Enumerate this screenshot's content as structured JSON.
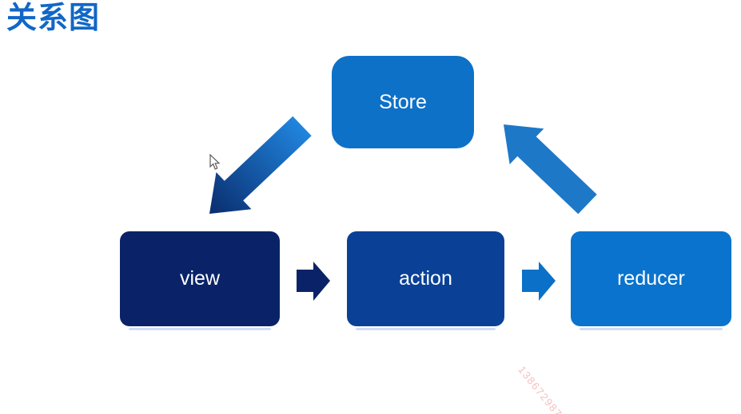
{
  "title": "关系图",
  "diagram": {
    "nodes": [
      {
        "id": "store",
        "label": "Store"
      },
      {
        "id": "view",
        "label": "view"
      },
      {
        "id": "action",
        "label": "action"
      },
      {
        "id": "reducer",
        "label": "reducer"
      }
    ],
    "edges": [
      {
        "from": "store",
        "to": "view",
        "style": "thick-diagonal-gradient-arrow"
      },
      {
        "from": "view",
        "to": "action",
        "style": "small-right-block-arrow"
      },
      {
        "from": "action",
        "to": "reducer",
        "style": "small-right-block-arrow"
      },
      {
        "from": "reducer",
        "to": "store",
        "style": "thick-diagonal-solid-arrow"
      }
    ]
  },
  "colors": {
    "title_blue": "#1167c6",
    "store_fill": "#0e71c8",
    "view_fill": "#0a2368",
    "action_fill": "#0a4197",
    "reducer_fill": "#0a73cd",
    "arrow_view_action": "#0a2368",
    "arrow_action_reducer": "#0a70c8",
    "arrow_reducer_store": "#1e78c8",
    "arrow_store_view_gradient_start": "#2085de",
    "arrow_store_view_gradient_end": "#0a2d6e",
    "watermark_pink": "#f6bebe",
    "node_text": "#ffffff",
    "background": "#ffffff"
  },
  "watermark": {
    "text": "138672987"
  }
}
